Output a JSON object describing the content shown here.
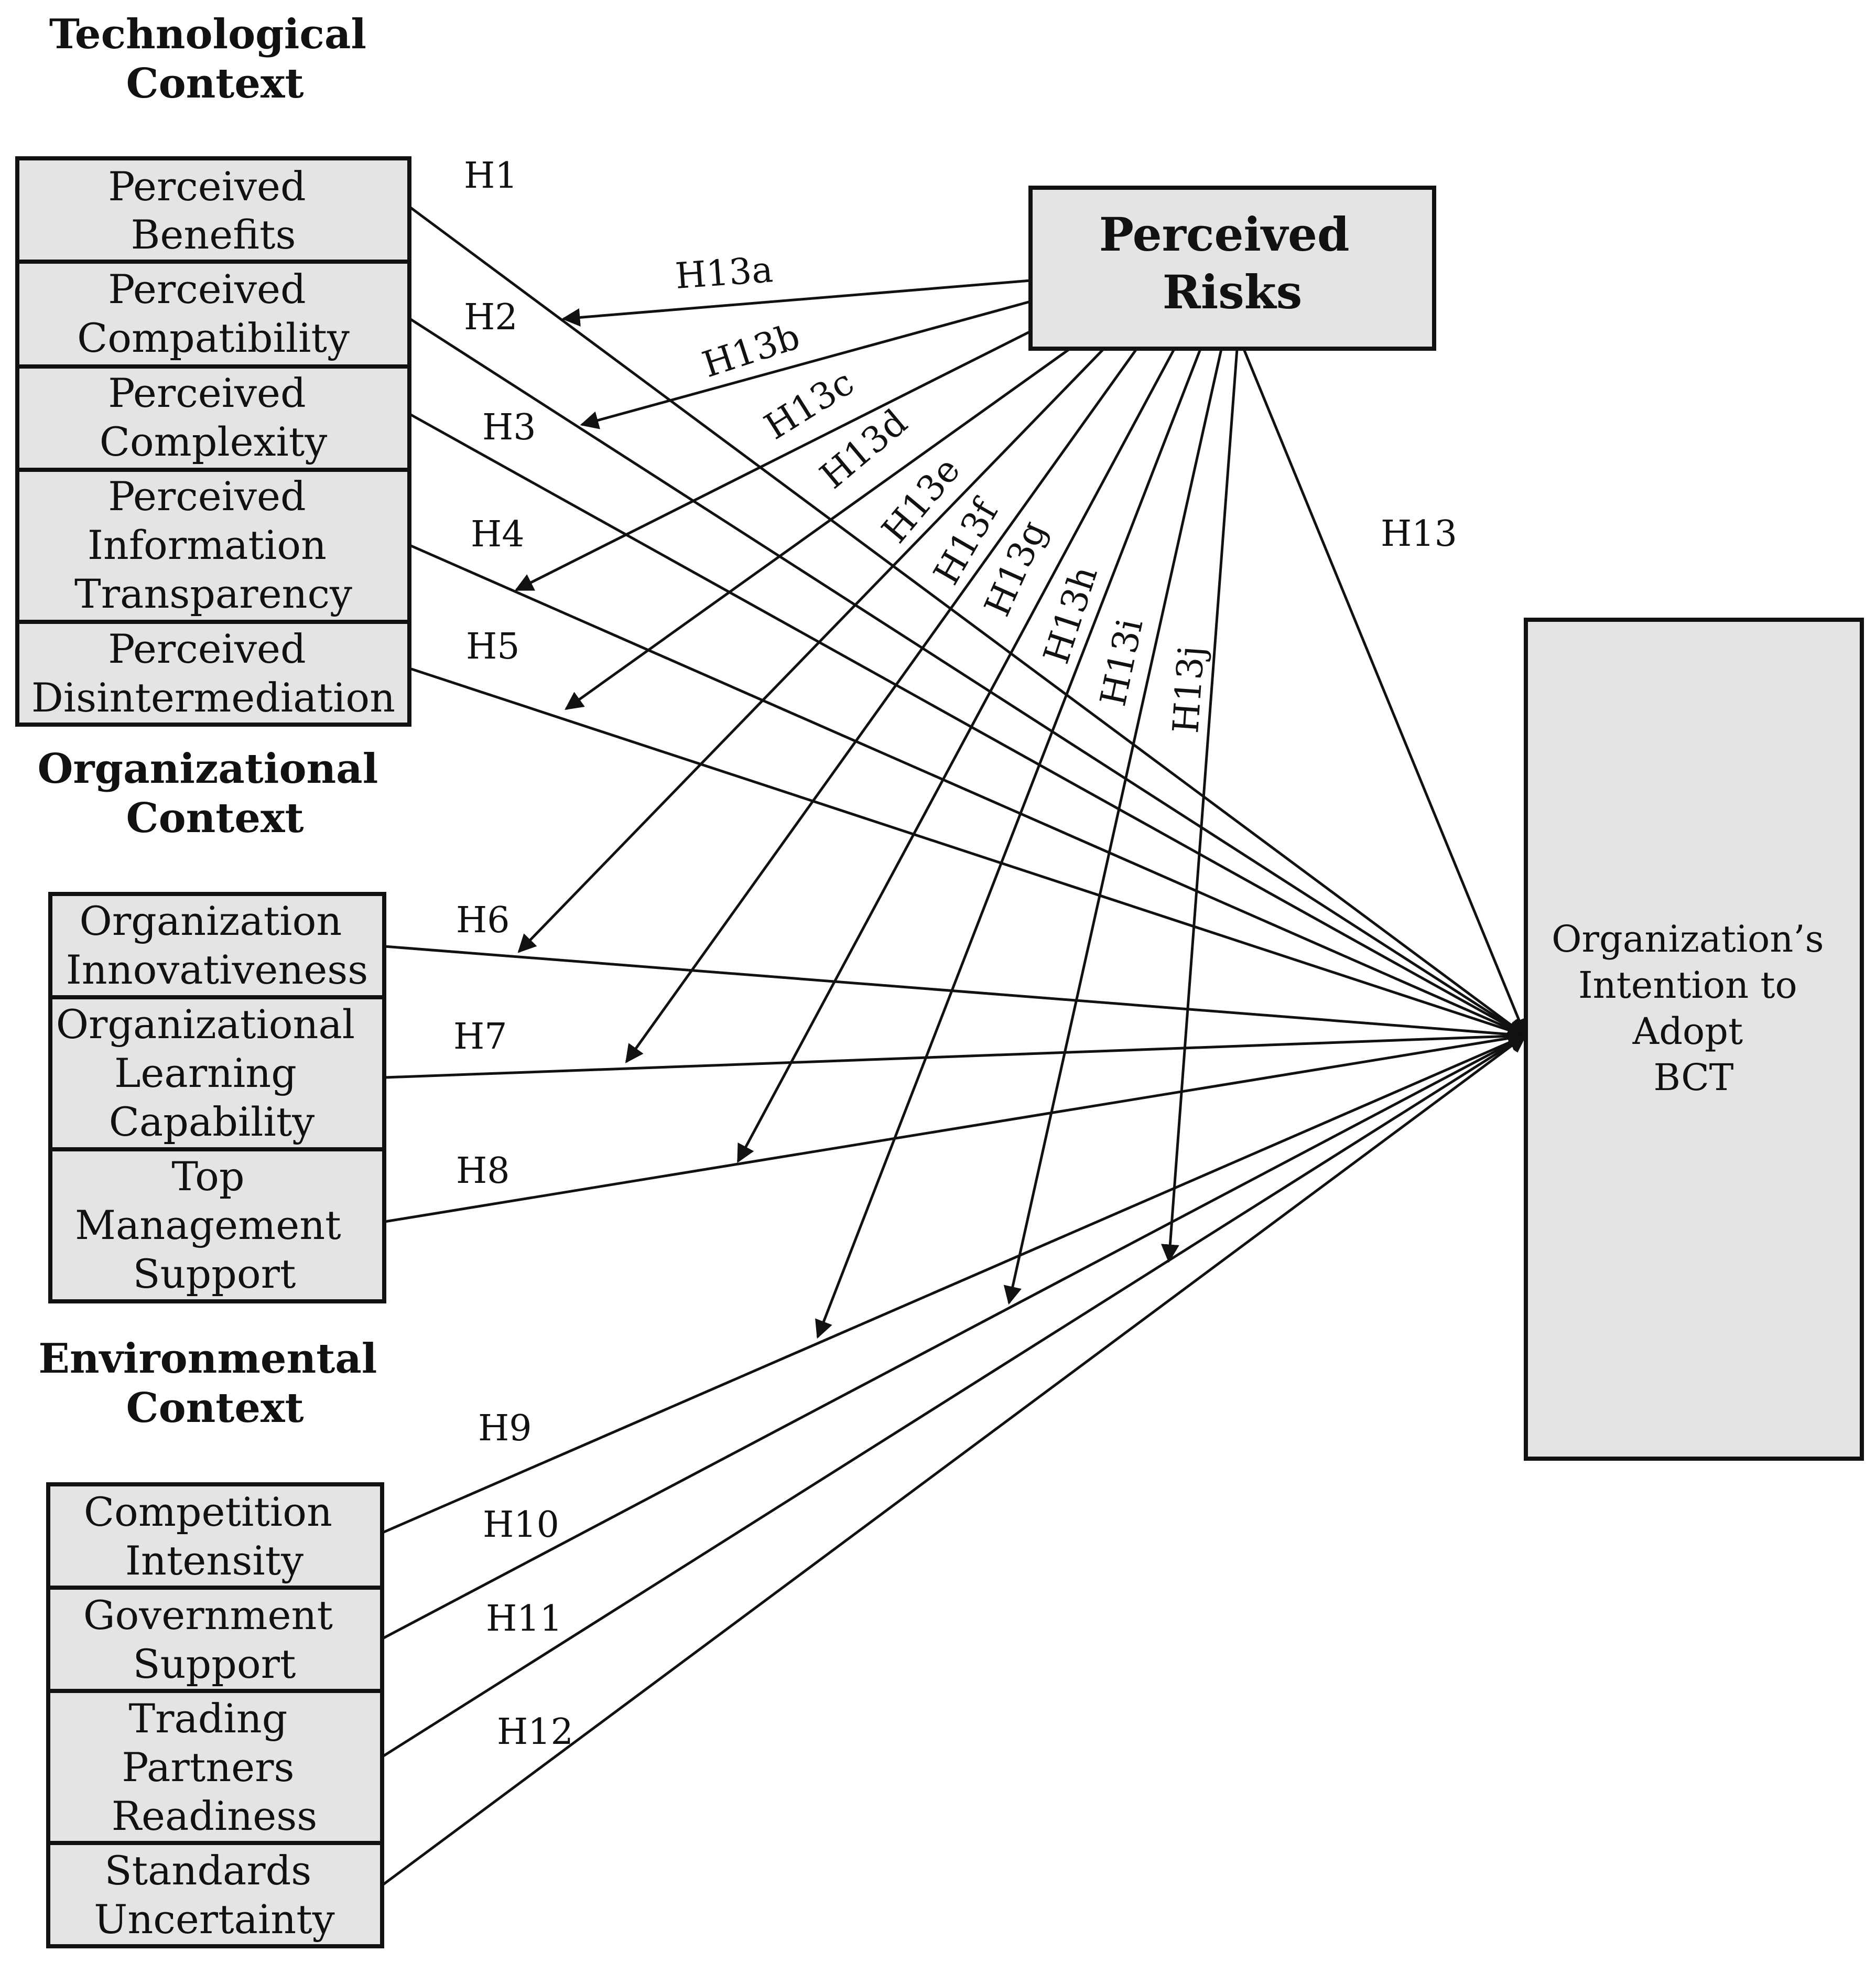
{
  "contexts": {
    "technological": [
      "Technological",
      "Context"
    ],
    "organizational": [
      "Organizational",
      "Context"
    ],
    "environmental": [
      "Environmental",
      "Context"
    ]
  },
  "constructs": {
    "perceived_benefits": [
      "Perceived",
      "Benefits"
    ],
    "perceived_compatibility": [
      "Perceived",
      "Compatibility"
    ],
    "perceived_complexity": [
      "Perceived",
      "Complexity"
    ],
    "perceived_information_transparency": [
      "Perceived",
      "Information",
      "Transparency"
    ],
    "perceived_disintermediation": [
      "Perceived",
      "Disintermediation"
    ],
    "organization_innovativeness": [
      "Organization",
      "Innovativeness"
    ],
    "organizational_learning_capability": [
      "Organizational",
      "Learning",
      "Capability"
    ],
    "top_management_support": [
      "Top",
      "Management",
      "Support"
    ],
    "competition_intensity": [
      "Competition",
      "Intensity"
    ],
    "government_support": [
      "Government",
      "Support"
    ],
    "trading_partners_readiness": [
      "Trading",
      "Partners",
      "Readiness"
    ],
    "standards_uncertainty": [
      "Standards",
      "Uncertainty"
    ]
  },
  "moderator": [
    "Perceived",
    "Risks"
  ],
  "outcome": [
    "Organization’s",
    "Intention to",
    "Adopt",
    "BCT"
  ],
  "direct_hypotheses": [
    {
      "label": "H1",
      "from": "perceived_benefits"
    },
    {
      "label": "H2",
      "from": "perceived_compatibility"
    },
    {
      "label": "H3",
      "from": "perceived_complexity"
    },
    {
      "label": "H4",
      "from": "perceived_information_transparency"
    },
    {
      "label": "H5",
      "from": "perceived_disintermediation"
    },
    {
      "label": "H6",
      "from": "organization_innovativeness"
    },
    {
      "label": "H7",
      "from": "organizational_learning_capability"
    },
    {
      "label": "H8",
      "from": "top_management_support"
    },
    {
      "label": "H9",
      "from": "competition_intensity"
    },
    {
      "label": "H10",
      "from": "government_support"
    },
    {
      "label": "H11",
      "from": "trading_partners_readiness"
    },
    {
      "label": "H12",
      "from": "standards_uncertainty"
    }
  ],
  "moderator_hypothesis": {
    "label": "H13",
    "from": "perceived_risks",
    "to": "organizations_intention_to_adopt_bct"
  },
  "moderating_hypotheses": [
    {
      "label": "H13a",
      "target_path": "H1"
    },
    {
      "label": "H13b",
      "target_path": "H2"
    },
    {
      "label": "H13c",
      "target_path": "H4"
    },
    {
      "label": "H13d",
      "target_path": "H5"
    },
    {
      "label": "H13e",
      "target_path": "H6"
    },
    {
      "label": "H13f",
      "target_path": "H7"
    },
    {
      "label": "H13g",
      "target_path": "H8"
    },
    {
      "label": "H13h",
      "target_path": "H9"
    },
    {
      "label": "H13i",
      "target_path": "H10"
    },
    {
      "label": "H13j",
      "target_path": "H11"
    }
  ]
}
